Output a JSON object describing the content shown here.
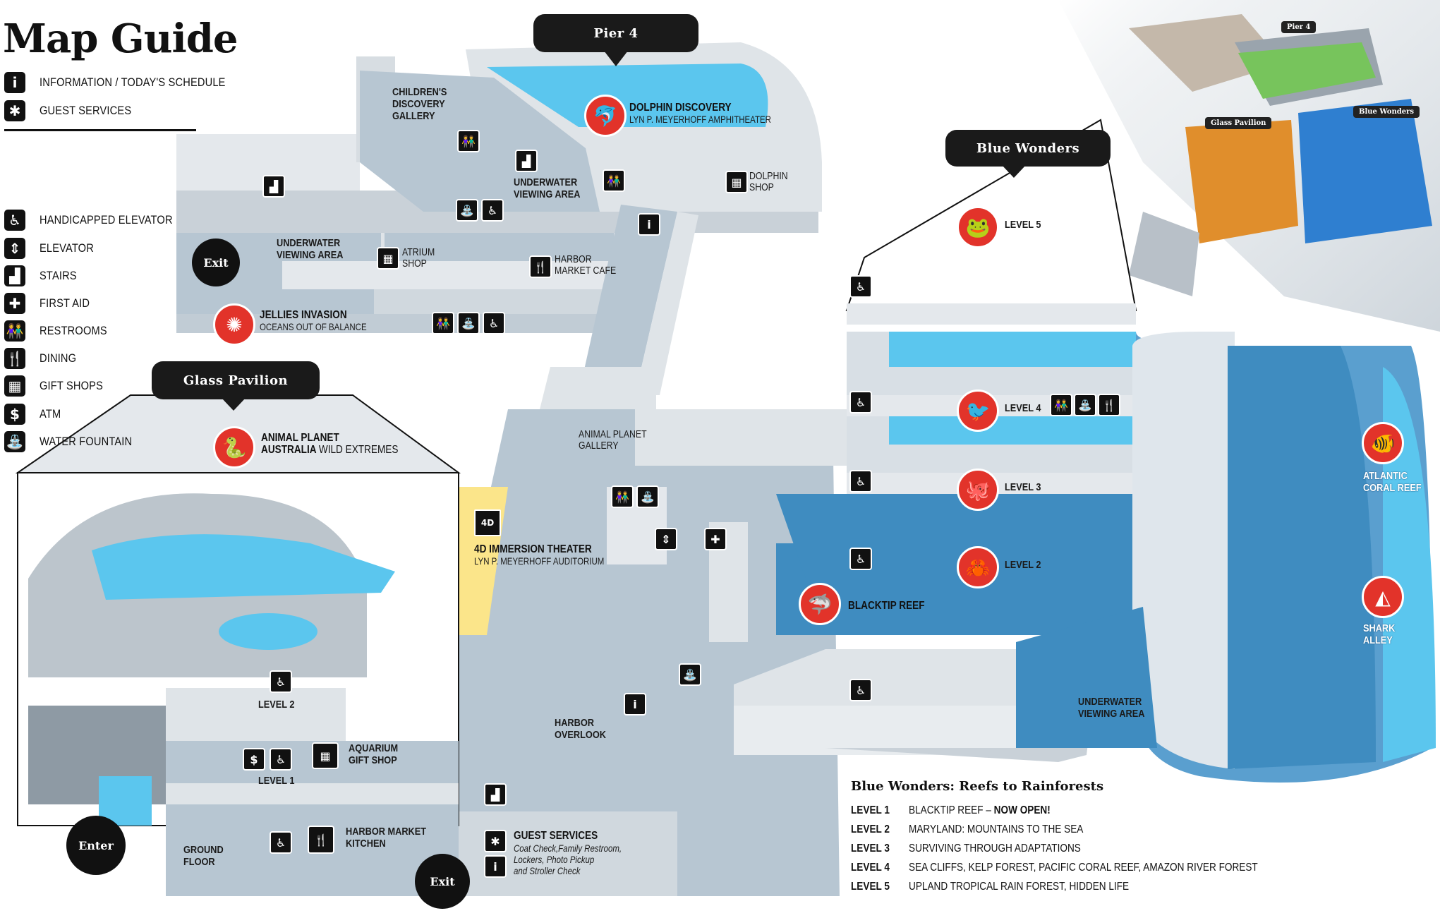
{
  "title": "Map Guide",
  "legend": [
    {
      "icon": "info-icon",
      "glyph": "i",
      "label": "INFORMATION / TODAY'S SCHEDULE"
    },
    {
      "icon": "guest-services-icon",
      "glyph": "✱",
      "label": "GUEST SERVICES"
    },
    {
      "icon": "handicapped-elevator-icon",
      "glyph": "♿",
      "label": "HANDICAPPED ELEVATOR"
    },
    {
      "icon": "elevator-icon",
      "glyph": "⇕",
      "label": "ELEVATOR"
    },
    {
      "icon": "stairs-icon",
      "glyph": "▟",
      "label": "STAIRS"
    },
    {
      "icon": "first-aid-icon",
      "glyph": "✚",
      "label": "FIRST AID"
    },
    {
      "icon": "restrooms-icon",
      "glyph": "👫",
      "label": "RESTROOMS"
    },
    {
      "icon": "dining-icon",
      "glyph": "🍴",
      "label": "DINING"
    },
    {
      "icon": "gift-shops-icon",
      "glyph": "▦",
      "label": "GIFT SHOPS"
    },
    {
      "icon": "atm-icon",
      "glyph": "$",
      "label": "ATM"
    },
    {
      "icon": "water-fountain-icon",
      "glyph": "⛲",
      "label": "WATER FOUNTAIN"
    }
  ],
  "callouts": {
    "pier4": "Pier 4",
    "blue_wonders": "Blue Wonders",
    "glass_pavilion": "Glass Pavilion"
  },
  "photo_tags": {
    "pier4": "Pier 4",
    "glass_pavilion": "Glass Pavilion",
    "blue_wonders": "Blue Wonders"
  },
  "pier4": {
    "childrens_gallery": [
      "CHILDREN'S",
      "DISCOVERY",
      "GALLERY"
    ],
    "dolphin_name": "DOLPHIN DISCOVERY",
    "dolphin_sub": "LYN P. MEYERHOFF AMPHITHEATER",
    "underwater_upper": [
      "UNDERWATER",
      "VIEWING AREA"
    ],
    "dolphin_shop": [
      "DOLPHIN",
      "SHOP"
    ],
    "underwater_left": [
      "UNDERWATER",
      "VIEWING AREA"
    ],
    "atrium_shop": [
      "ATRIUM",
      "SHOP"
    ],
    "harbor_cafe": [
      "HARBOR",
      "MARKET CAFE"
    ],
    "jellies_name": "JELLIES INVASION",
    "jellies_sub": "OCEANS OUT OF BALANCE",
    "exit": "Exit"
  },
  "center": {
    "animal_gallery": [
      "ANIMAL PLANET",
      "GALLERY"
    ],
    "theater_name": "4D IMMERSION THEATER",
    "theater_sub": "LYN P. MEYERHOFF AUDITORIUM",
    "theater_icon": "4D",
    "harbor_overlook": [
      "HARBOR",
      "OVERLOOK"
    ],
    "guest_services_name": "GUEST SERVICES",
    "guest_services_sub": [
      "Coat Check,Family Restroom,",
      "Lockers, Photo Pickup",
      "and Stroller Check"
    ],
    "exit": "Exit"
  },
  "glass_pavilion": {
    "exhibit_name": [
      "ANIMAL PLANET",
      "AUSTRALIA"
    ],
    "exhibit_sub": "WILD EXTREMES",
    "level2": "LEVEL 2",
    "level1": "LEVEL 1",
    "gift_shop": [
      "AQUARIUM",
      "GIFT SHOP"
    ],
    "ground_floor": [
      "GROUND",
      "FLOOR"
    ],
    "kitchen": [
      "HARBOR MARKET",
      "KITCHEN"
    ],
    "enter": "Enter"
  },
  "blue_wonders": {
    "level5": "LEVEL 5",
    "level4": "LEVEL 4",
    "level3": "LEVEL 3",
    "level2": "LEVEL 2",
    "blacktip": "BLACKTIP REEF",
    "atlantic": [
      "ATLANTIC",
      "CORAL REEF"
    ],
    "shark_alley": [
      "SHARK",
      "ALLEY"
    ],
    "underwater": [
      "UNDERWATER",
      "VIEWING AREA"
    ]
  },
  "bw_table": {
    "title": "Blue Wonders: Reefs to Rainforests",
    "rows": [
      {
        "level": "LEVEL 1",
        "desc": "BLACKTIP REEF – ",
        "new": "NOW OPEN!"
      },
      {
        "level": "LEVEL 2",
        "desc": "MARYLAND: MOUNTAINS TO THE SEA",
        "new": ""
      },
      {
        "level": "LEVEL 3",
        "desc": "SURVIVING THROUGH ADAPTATIONS",
        "new": ""
      },
      {
        "level": "LEVEL 4",
        "desc": "SEA CLIFFS, KELP FOREST, PACIFIC CORAL REEF, AMAZON RIVER FOREST",
        "new": ""
      },
      {
        "level": "LEVEL 5",
        "desc": "UPLAND TROPICAL RAIN FOREST, HIDDEN LIFE",
        "new": ""
      }
    ]
  },
  "colors": {
    "floor": "#b7c6d2",
    "wall": "#e4e8ec",
    "water": "#5bc6ee",
    "deep_water": "#3f8cc0",
    "accent_red": "#e2332a",
    "theater_yellow": "#fbe58a"
  }
}
